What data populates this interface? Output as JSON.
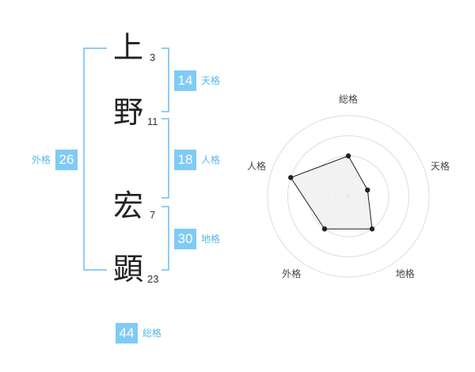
{
  "name": {
    "chars": [
      {
        "char": "上",
        "strokes": "3"
      },
      {
        "char": "野",
        "strokes": "11"
      },
      {
        "char": "宏",
        "strokes": "7"
      },
      {
        "char": "顕",
        "strokes": "23"
      }
    ]
  },
  "fortune": {
    "tenkaku": {
      "value": "14",
      "label": "天格"
    },
    "jinkaku": {
      "value": "18",
      "label": "人格"
    },
    "chikaku": {
      "value": "30",
      "label": "地格"
    },
    "gaikaku": {
      "value": "26",
      "label": "外格"
    },
    "soukaku": {
      "value": "44",
      "label": "総格"
    }
  },
  "chart_data": {
    "type": "radar",
    "axes": [
      "総格",
      "天格",
      "地格",
      "外格",
      "人格"
    ],
    "rings": 4,
    "range": [
      0,
      4
    ],
    "values": [
      2,
      1,
      2,
      2,
      3
    ],
    "colors": {
      "fill": "#f0f0f0",
      "stroke": "#222222",
      "grid": "#dddddd",
      "center": "#cccccc"
    }
  }
}
